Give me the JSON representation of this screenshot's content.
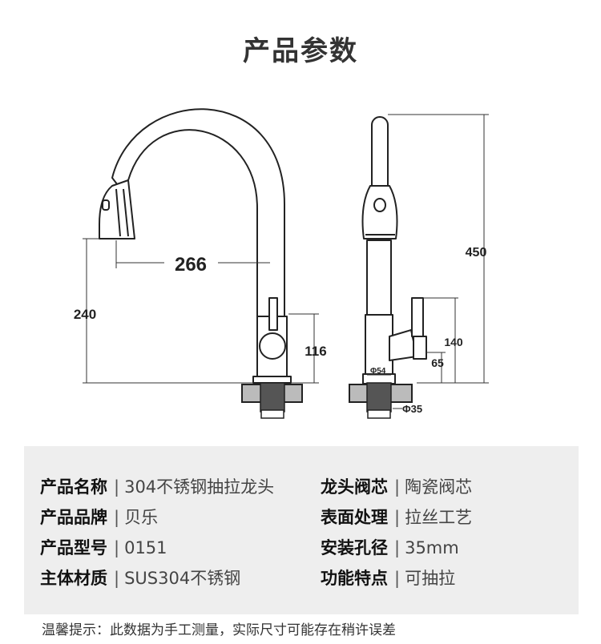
{
  "title": "产品参数",
  "dimensions": {
    "reach": "266",
    "spout_height": "240",
    "body_height": "116",
    "total_height": "450",
    "handle_height": "140",
    "base_height": "65",
    "base_diameter": "54",
    "hole_diameter": "35",
    "diameter_symbol": "Φ"
  },
  "specs": {
    "left": [
      {
        "label": "产品名称",
        "value": "304不锈钢抽拉龙头"
      },
      {
        "label": "产品品牌",
        "value": "贝乐"
      },
      {
        "label": "产品型号",
        "value": "0151"
      },
      {
        "label": "主体材质",
        "value": "SUS304不锈钢"
      }
    ],
    "right": [
      {
        "label": "龙头阀芯",
        "value": "陶瓷阀芯"
      },
      {
        "label": "表面处理",
        "value": "拉丝工艺"
      },
      {
        "label": "安装孔径",
        "value": "35mm"
      },
      {
        "label": "功能特点",
        "value": "可抽拉"
      }
    ],
    "separator": "|"
  },
  "note": "温馨提示：此数据为手工测量，实际尺寸可能存在稍许误差"
}
